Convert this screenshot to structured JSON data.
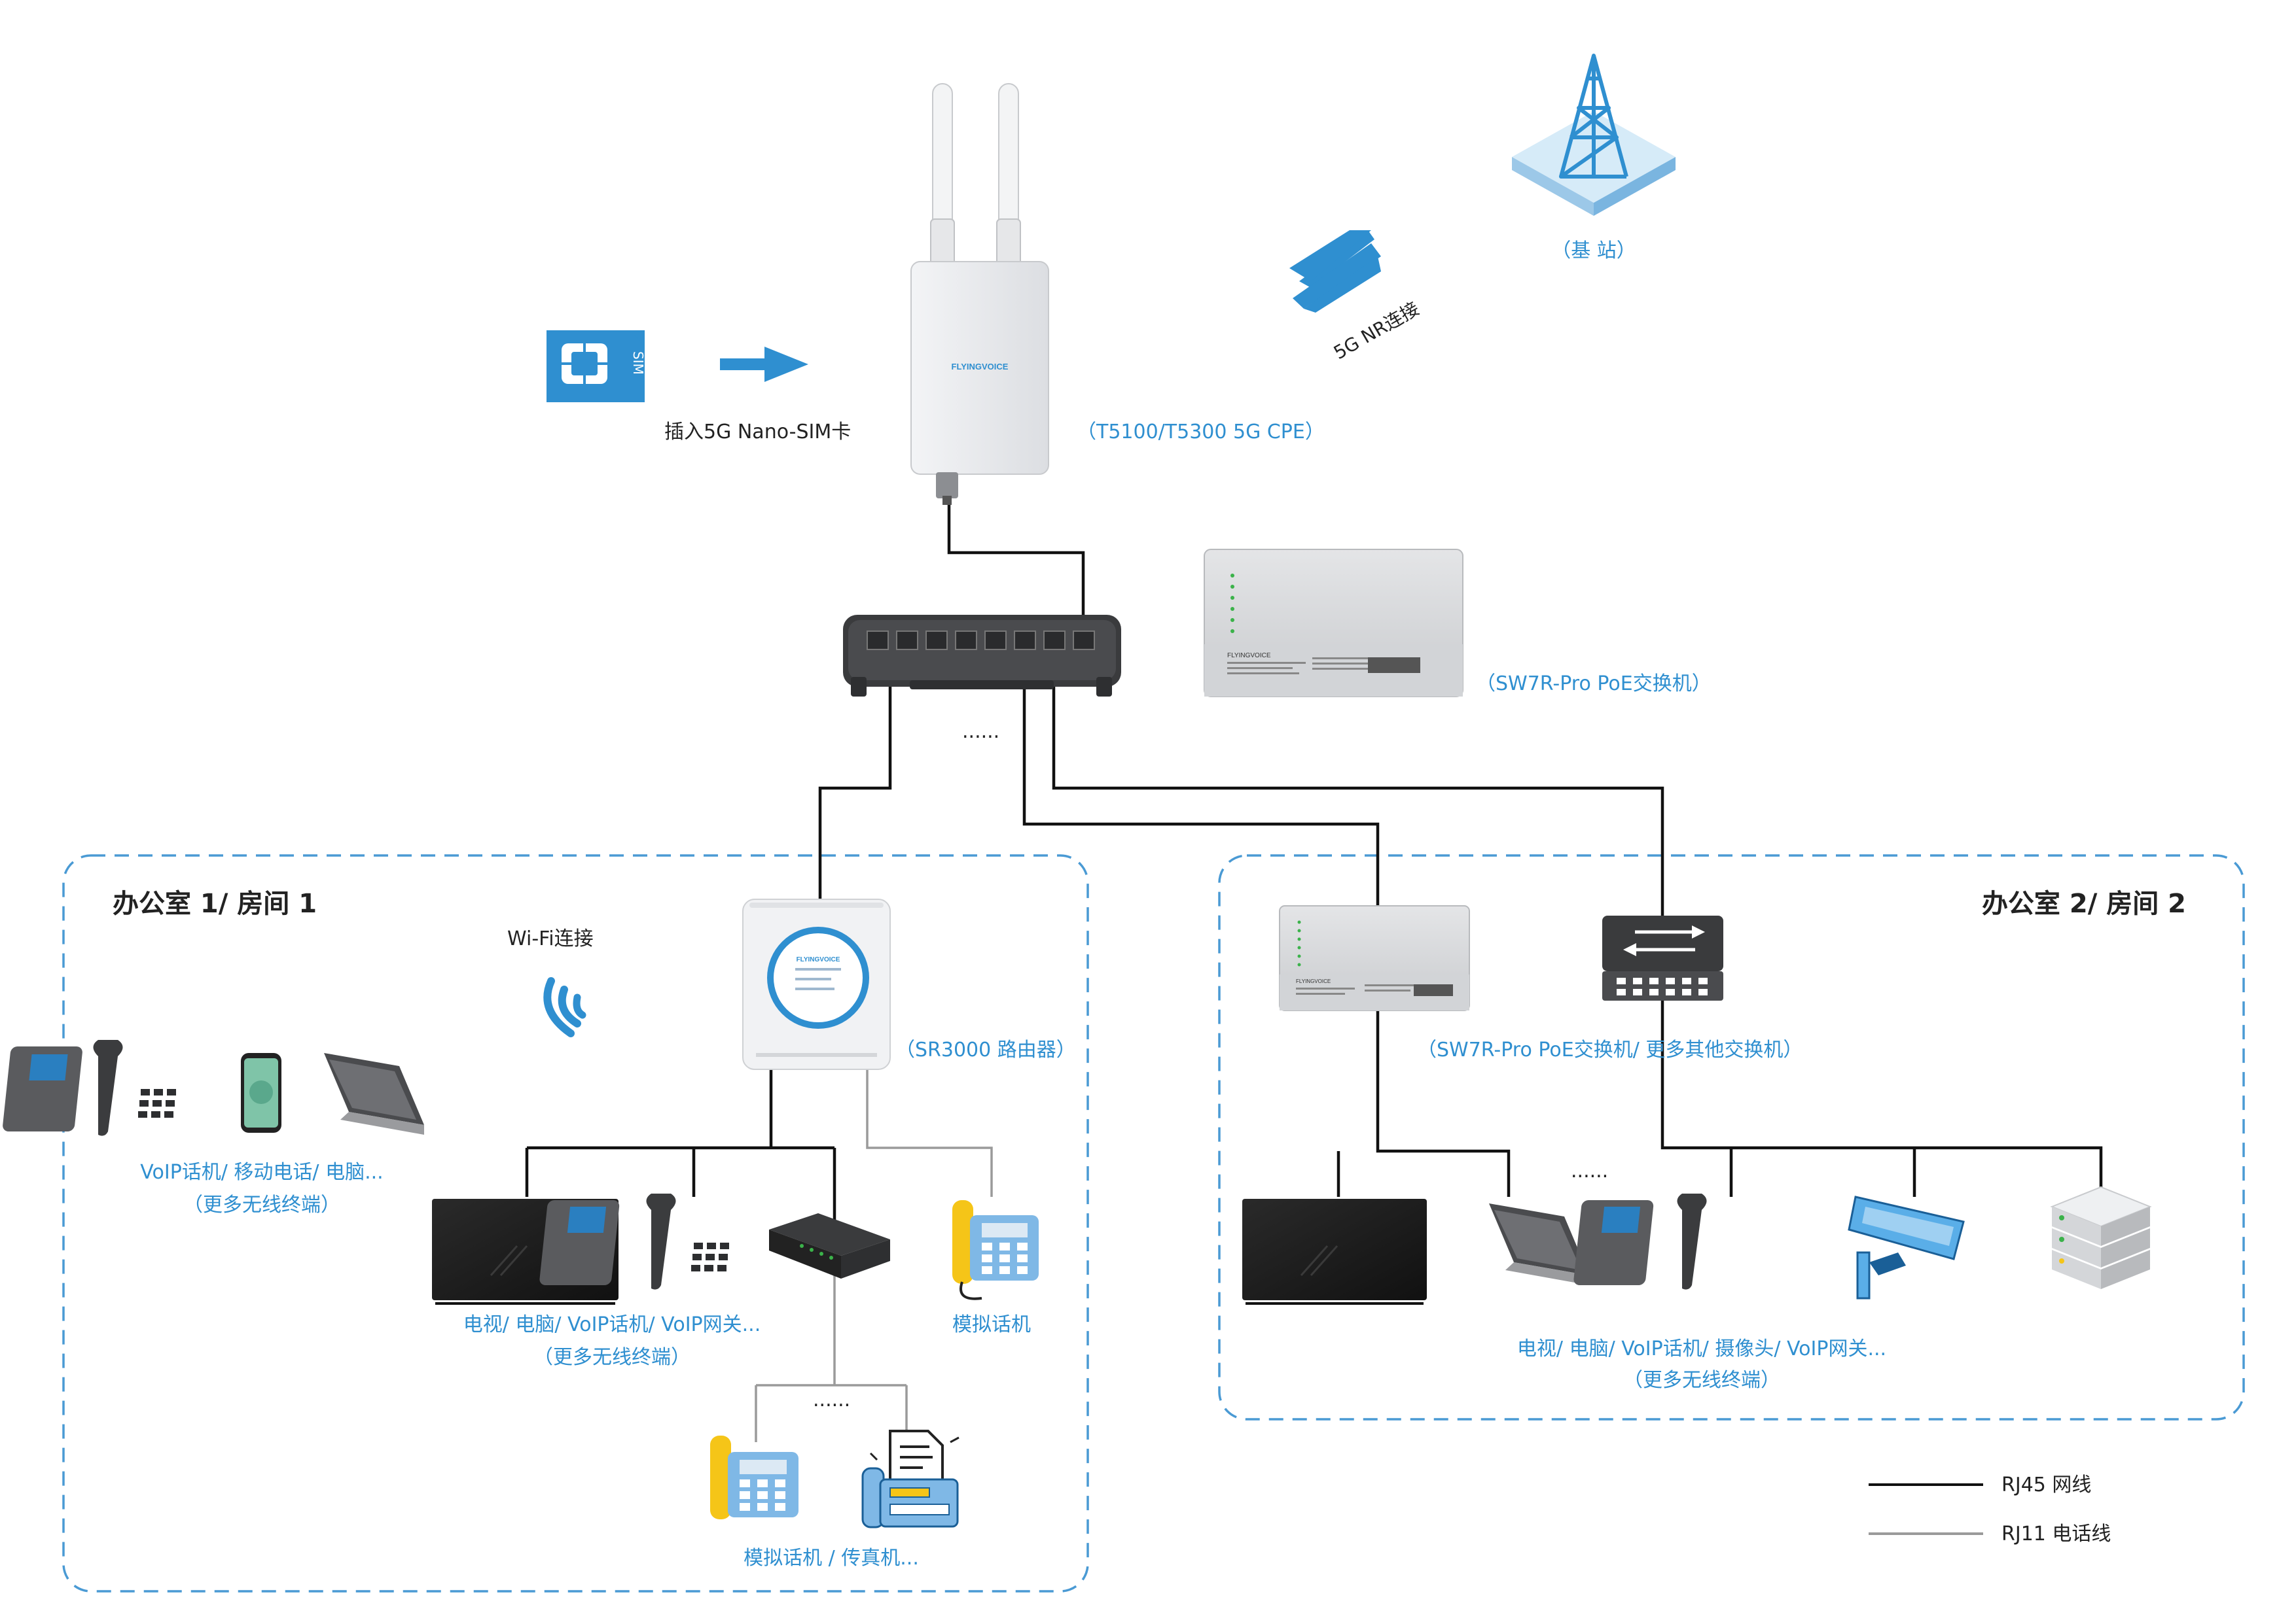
{
  "base_station": {
    "label": "（基 站）"
  },
  "link_5g": {
    "label": "5G NR连接"
  },
  "sim": {
    "label": "插入5G Nano-SIM卡",
    "card_text": "SIM"
  },
  "cpe": {
    "label": "（T5100/T5300 5G CPE）",
    "brand": "FLYINGVOICE"
  },
  "core_switch": {
    "label": "（SW7R-Pro PoE交换机）",
    "brand": "FLYINGVOICE",
    "more": "......"
  },
  "office1": {
    "title": "办公室 1/ 房间 1",
    "wifi_label": "Wi-Fi连接",
    "router_label": "（SR3000 路由器）",
    "router_brand": "FLYINGVOICE",
    "wireless_devices_line1": "VoIP话机/ 移动电话/ 电脑...",
    "wireless_devices_line2": "（更多无线终端）",
    "wired_devices_line1": "电视/ 电脑/ VoIP话机/ VoIP网关...",
    "wired_devices_line2": "（更多无线终端）",
    "analog_phone_label": "模拟话机",
    "gateway_devices_label": "模拟话机 / 传真机...",
    "more": "......"
  },
  "office2": {
    "title": "办公室 2/ 房间 2",
    "switch_label": "（SW7R-Pro PoE交换机/ 更多其他交换机）",
    "switch_brand": "FLYINGVOICE",
    "devices_line1": "电视/ 电脑/ VoIP话机/ 摄像头/ VoIP网关...",
    "devices_line2": "（更多无线终端）",
    "more": "......"
  },
  "legend": [
    {
      "label": "RJ45 网线",
      "color": "#111111"
    },
    {
      "label": "RJ11 电话线",
      "color": "#9a9a9a"
    }
  ],
  "colors": {
    "accent": "#2f8fd0",
    "dashed_border": "#4a9ad4",
    "rj45": "#111111",
    "rj11": "#9a9a9a"
  }
}
